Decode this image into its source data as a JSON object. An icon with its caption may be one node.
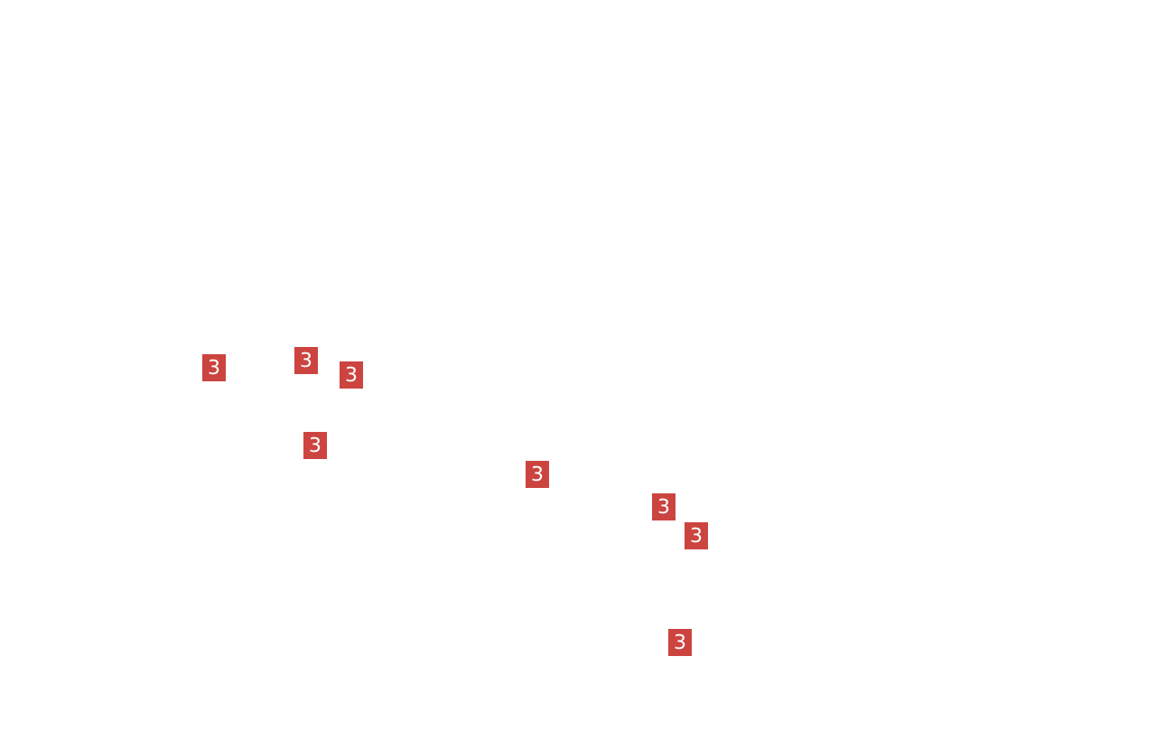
{
  "diagram": {
    "nodes": [
      {
        "text": [
          "3"
        ]
      },
      {
        "text": [
          "3"
        ]
      },
      {
        "text": [
          "3"
        ]
      },
      {
        "text": [
          "3"
        ]
      },
      {
        "text": [
          "3"
        ]
      },
      {
        "text": [
          "3"
        ]
      },
      {
        "text": [
          "3"
        ]
      },
      {
        "text": [
          "3"
        ]
      }
    ]
  }
}
